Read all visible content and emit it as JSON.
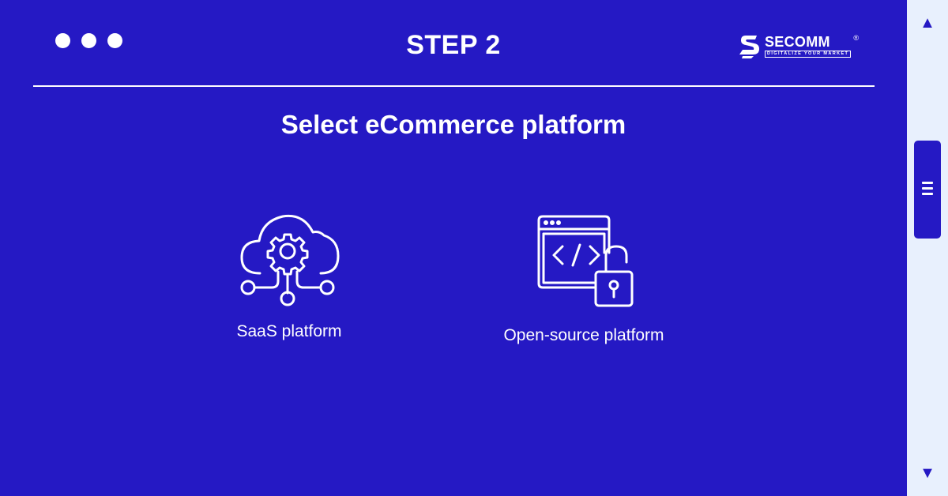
{
  "header": {
    "window_dots": 3,
    "title": "STEP 2",
    "logo": {
      "name": "SECOMM",
      "registered": "®",
      "tagline": "DIGITALIZE YOUR MARKET"
    }
  },
  "main": {
    "subtitle": "Select eCommerce platform",
    "options": [
      {
        "label": "SaaS platform",
        "icon": "cloud-gear-icon"
      },
      {
        "label": "Open-source platform",
        "icon": "code-window-lock-icon"
      }
    ]
  },
  "scrollbar": {
    "up_icon": "▲",
    "down_icon": "▼"
  },
  "colors": {
    "background": "#2519c4",
    "foreground": "#ffffff",
    "scrollbar_track": "#e8f0fd"
  }
}
